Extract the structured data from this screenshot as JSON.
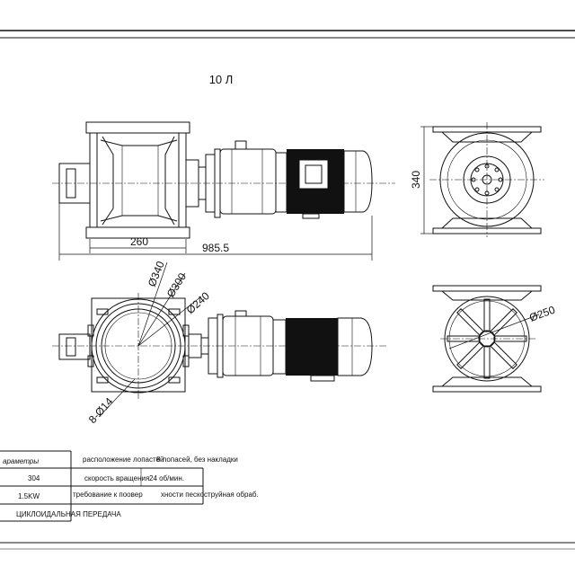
{
  "title": "10 Л",
  "dimensions": {
    "dim_260": "260",
    "dim_985": "985.5",
    "dim_340": "340",
    "dia_340": "Ø340",
    "dia_300": "Ø300",
    "dia_240": "Ø240",
    "dia_250": "Ø250",
    "holes": "8-Ø14"
  },
  "spec_table": {
    "header": "араметры",
    "left_values": [
      "304",
      "1.5KW",
      "ЦИКЛОИДАЛЬНАЯ ПЕРЕДАЧА"
    ],
    "rows": [
      {
        "label": "расположение лопастей",
        "value": "8 лопасей, без накладки"
      },
      {
        "label": "скорость вращения",
        "value": "24 об/мин."
      },
      {
        "label": "требование к поовер",
        "value": "хности  пескоструйная обраб."
      }
    ]
  }
}
